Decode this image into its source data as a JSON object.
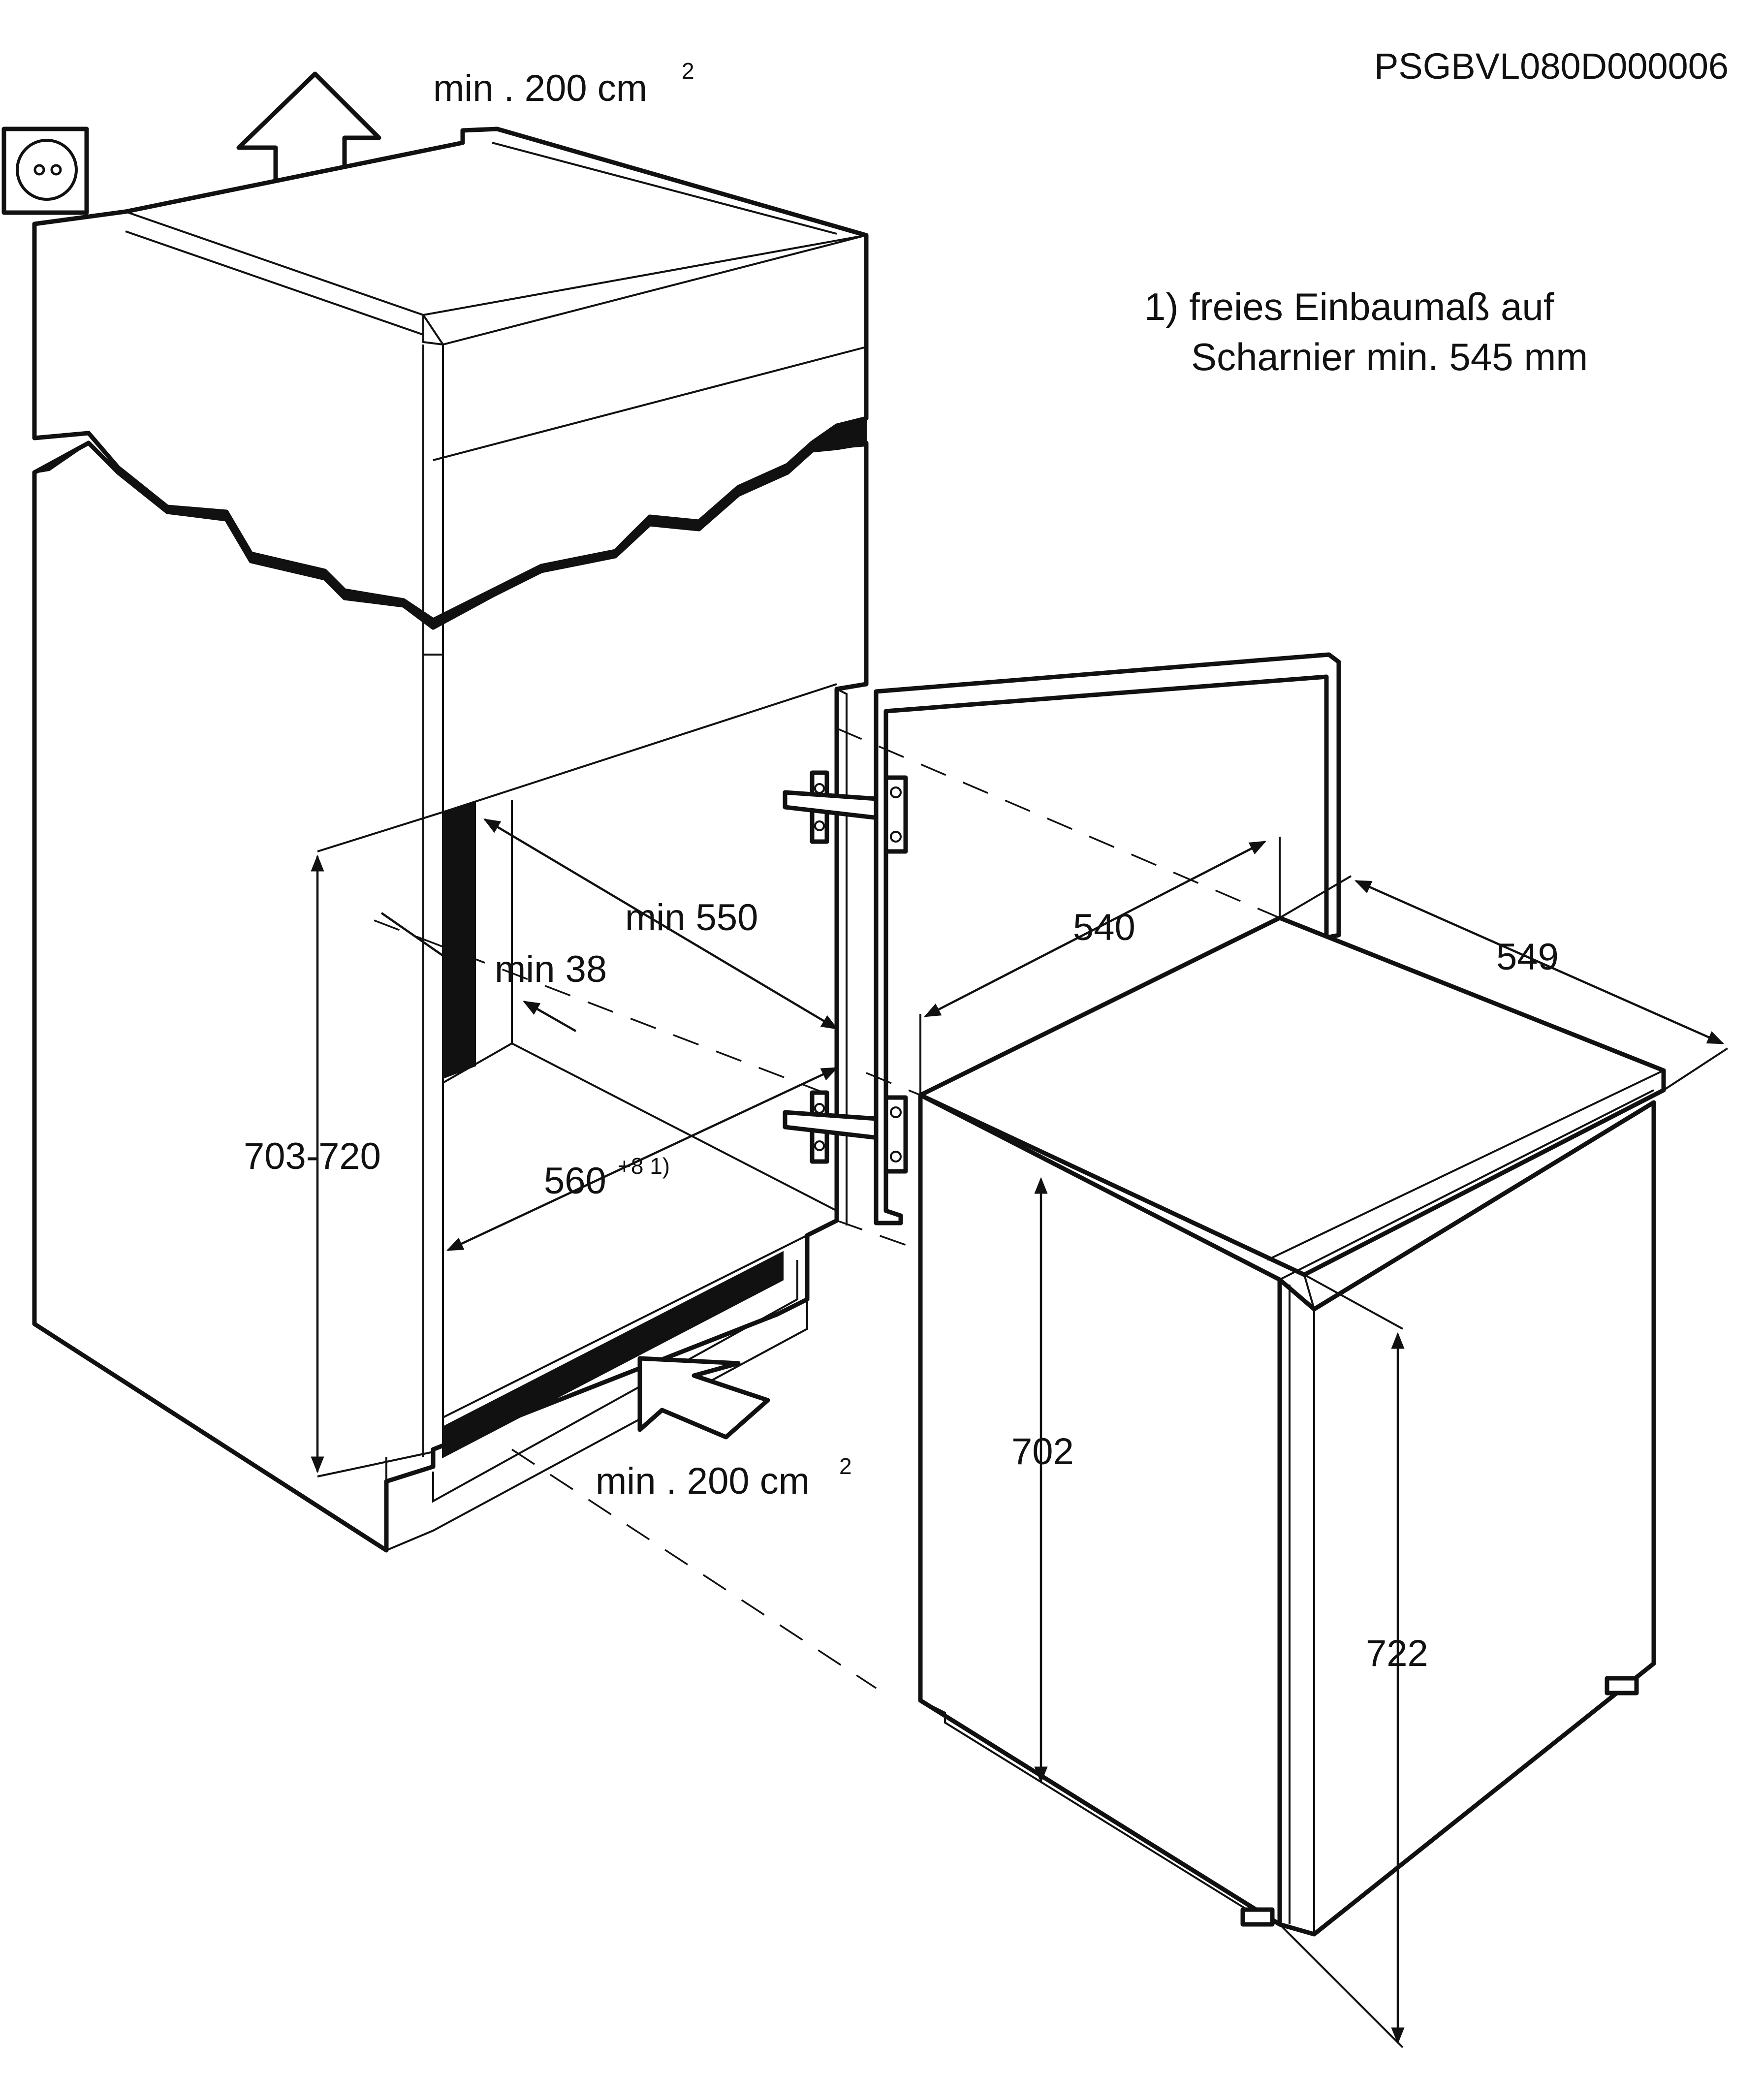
{
  "drawing_code": "PSGBVL080D000006",
  "ventilation": {
    "top_label": "min . 200 cm",
    "top_sup": "2",
    "bottom_label": "min . 200 cm",
    "bottom_sup": "2"
  },
  "footnote": {
    "line1": "1) freies Einbaumaß auf",
    "line2": "Scharnier min. 545 mm"
  },
  "niche": {
    "depth": "min 550",
    "gap": "min 38",
    "height": "703-720",
    "width": "560",
    "width_sup": "+8 1)"
  },
  "appliance": {
    "width": "540",
    "depth": "549",
    "height_body": "702",
    "height_total": "722"
  },
  "icons": [
    "power-socket-icon",
    "airflow-up-arrow-icon",
    "airflow-in-arrow-icon",
    "hinge-icon"
  ]
}
